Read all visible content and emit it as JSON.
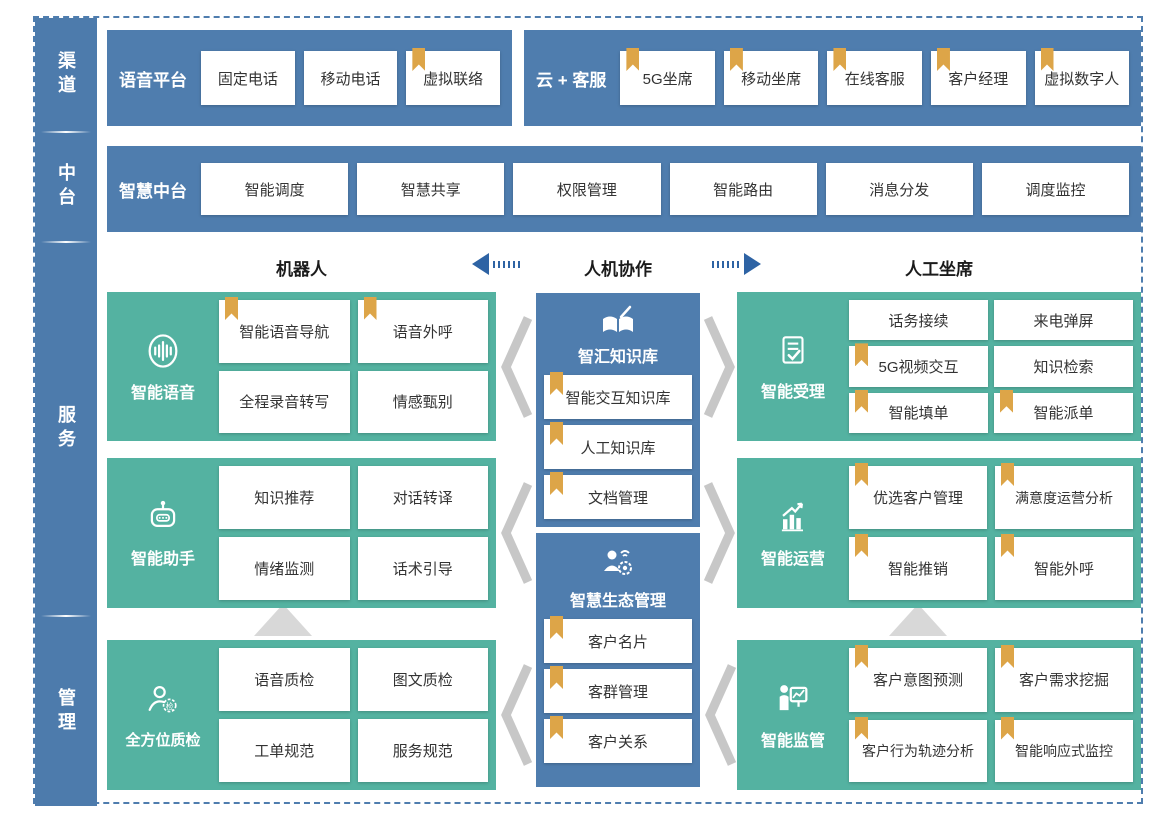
{
  "colors": {
    "panel_blue": "#4f7dae",
    "panel_teal": "#54b2a1",
    "bookmark_gold": "#dda548",
    "arrow_blue": "#2e63a4",
    "arrow_gray": "#c7c7c7",
    "frame_dash": "#4f7dae"
  },
  "sidebar": {
    "items": [
      {
        "label": "渠道"
      },
      {
        "label": "中台"
      },
      {
        "label": "服务"
      },
      {
        "label": "管理"
      }
    ]
  },
  "channels": {
    "voice_platform": {
      "title": "语音平台",
      "items": [
        {
          "label": "固定电话",
          "bookmark": false
        },
        {
          "label": "移动电话",
          "bookmark": false
        },
        {
          "label": "虚拟联络",
          "bookmark": true
        }
      ]
    },
    "cloud_service": {
      "title": "云 + 客服",
      "items": [
        {
          "label": "5G坐席",
          "bookmark": true
        },
        {
          "label": "移动坐席",
          "bookmark": true
        },
        {
          "label": "在线客服",
          "bookmark": true
        },
        {
          "label": "客户经理",
          "bookmark": true
        },
        {
          "label": "虚拟数字人",
          "bookmark": true
        }
      ]
    }
  },
  "middle_platform": {
    "title": "智慧中台",
    "items": [
      {
        "label": "智能调度"
      },
      {
        "label": "智慧共享"
      },
      {
        "label": "权限管理"
      },
      {
        "label": "智能路由"
      },
      {
        "label": "消息分发"
      },
      {
        "label": "调度监控"
      }
    ]
  },
  "collaboration_header": {
    "left": "机器人",
    "center": "人机协作",
    "right": "人工坐席"
  },
  "robot_sections": [
    {
      "title": "智能语音",
      "icon": "voice-wave-icon",
      "items": [
        {
          "label": "智能语音导航",
          "bookmark": true
        },
        {
          "label": "语音外呼",
          "bookmark": true
        },
        {
          "label": "全程录音转写",
          "bookmark": false
        },
        {
          "label": "情感甄别",
          "bookmark": false
        }
      ]
    },
    {
      "title": "智能助手",
      "icon": "robot-icon",
      "items": [
        {
          "label": "知识推荐",
          "bookmark": false
        },
        {
          "label": "对话转译",
          "bookmark": false
        },
        {
          "label": "情绪监测",
          "bookmark": false
        },
        {
          "label": "话术引导",
          "bookmark": false
        }
      ]
    },
    {
      "title": "全方位质检",
      "icon": "quality-inspector-icon",
      "items": [
        {
          "label": "语音质检",
          "bookmark": false
        },
        {
          "label": "图文质检",
          "bookmark": false
        },
        {
          "label": "工单规范",
          "bookmark": false
        },
        {
          "label": "服务规范",
          "bookmark": false
        }
      ]
    }
  ],
  "knowledge_sections": [
    {
      "title": "智汇知识库",
      "icon": "open-book-pen-icon",
      "items": [
        {
          "label": "智能交互知识库",
          "bookmark": true
        },
        {
          "label": "人工知识库",
          "bookmark": true
        },
        {
          "label": "文档管理",
          "bookmark": true
        }
      ]
    },
    {
      "title": "智慧生态管理",
      "icon": "person-gear-icon",
      "items": [
        {
          "label": "客户名片",
          "bookmark": true
        },
        {
          "label": "客群管理",
          "bookmark": true
        },
        {
          "label": "客户关系",
          "bookmark": true
        }
      ]
    }
  ],
  "agent_sections": [
    {
      "title": "智能受理",
      "icon": "document-check-icon",
      "items": [
        {
          "label": "话务接续",
          "bookmark": false
        },
        {
          "label": "来电弹屏",
          "bookmark": false
        },
        {
          "label": "5G视频交互",
          "bookmark": true
        },
        {
          "label": "知识检索",
          "bookmark": false
        },
        {
          "label": "智能填单",
          "bookmark": true
        },
        {
          "label": "智能派单",
          "bookmark": true
        }
      ]
    },
    {
      "title": "智能运营",
      "icon": "growth-chart-icon",
      "items": [
        {
          "label": "优选客户管理",
          "bookmark": true
        },
        {
          "label": "满意度运营分析",
          "bookmark": true
        },
        {
          "label": "智能推销",
          "bookmark": true
        },
        {
          "label": "智能外呼",
          "bookmark": true
        }
      ]
    },
    {
      "title": "智能监管",
      "icon": "presenter-board-icon",
      "items": [
        {
          "label": "客户意图预测",
          "bookmark": true
        },
        {
          "label": "客户需求挖掘",
          "bookmark": true
        },
        {
          "label": "客户行为轨迹分析",
          "bookmark": true
        },
        {
          "label": "智能响应式监控",
          "bookmark": true
        }
      ]
    }
  ]
}
